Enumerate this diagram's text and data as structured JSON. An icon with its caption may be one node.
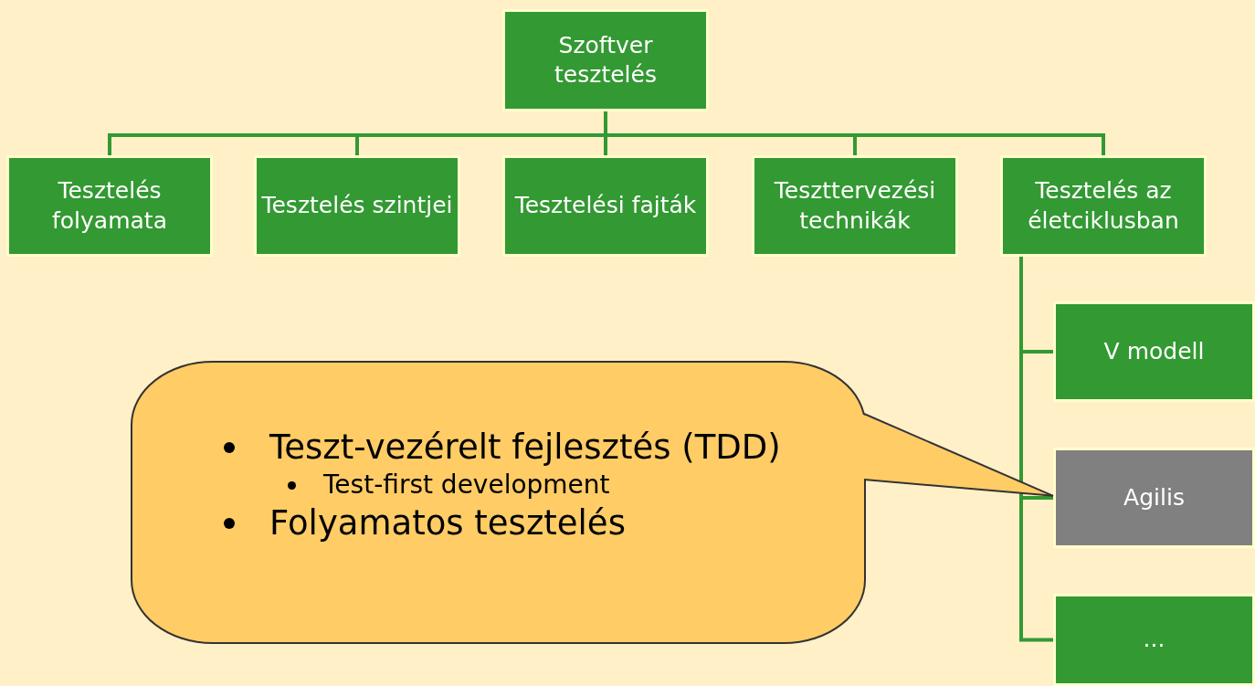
{
  "diagram": {
    "nodes": [
      {
        "text": [
          "Szoftver tesztelés"
        ]
      },
      {
        "text": [
          "Tesztelés folyamata"
        ]
      },
      {
        "text": [
          "Tesztelés szintjei"
        ]
      },
      {
        "text": [
          "Tesztelési fajták"
        ]
      },
      {
        "text": [
          "Teszttervezési technikák"
        ]
      },
      {
        "text": [
          "Tesztelés az életciklusban"
        ]
      },
      {
        "text": [
          "V modell"
        ]
      },
      {
        "text": [
          "Agilis"
        ]
      },
      {
        "text": [
          "..."
        ]
      },
      {
        "text": [
          "Teszt-vezérelt fejlesztés (TDD)",
          "Test-first development",
          "Folyamatos tesztelés"
        ]
      }
    ],
    "edges": [
      {
        "from": 0,
        "to": 1,
        "arrow": "none"
      },
      {
        "from": 0,
        "to": 2,
        "arrow": "none"
      },
      {
        "from": 0,
        "to": 3,
        "arrow": "none"
      },
      {
        "from": 0,
        "to": 4,
        "arrow": "none"
      },
      {
        "from": 0,
        "to": 5,
        "arrow": "none"
      },
      {
        "from": 5,
        "to": 6,
        "arrow": "none"
      },
      {
        "from": 5,
        "to": 7,
        "arrow": "none"
      },
      {
        "from": 5,
        "to": 8,
        "arrow": "none"
      },
      {
        "from": 9,
        "to": 7,
        "arrow": "none",
        "color": "#333333"
      }
    ]
  }
}
